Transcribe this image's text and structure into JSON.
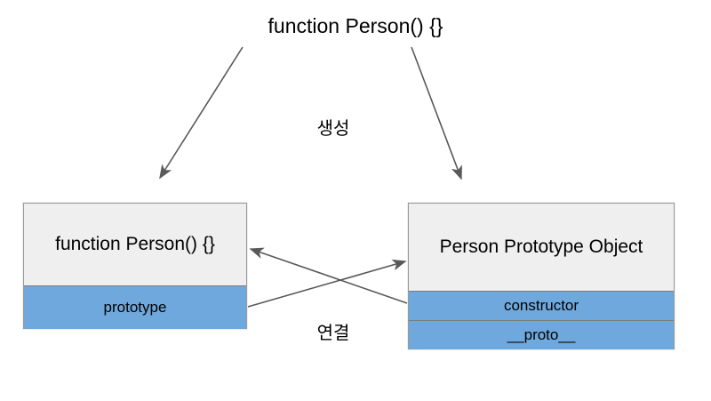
{
  "diagram": {
    "title": "function Person() {}",
    "edge_labels": {
      "create": "생성",
      "link": "연결"
    },
    "nodes": {
      "function_box": {
        "header": "function Person() {}",
        "fields": [
          "prototype"
        ]
      },
      "prototype_object_box": {
        "header": "Person Prototype Object",
        "fields": [
          "constructor",
          "__proto__"
        ]
      }
    },
    "colors": {
      "field_fill": "#6fa8dc",
      "header_fill": "#efefef",
      "border": "#9a9a9a",
      "arrow": "#595959",
      "text": "#000000"
    }
  }
}
